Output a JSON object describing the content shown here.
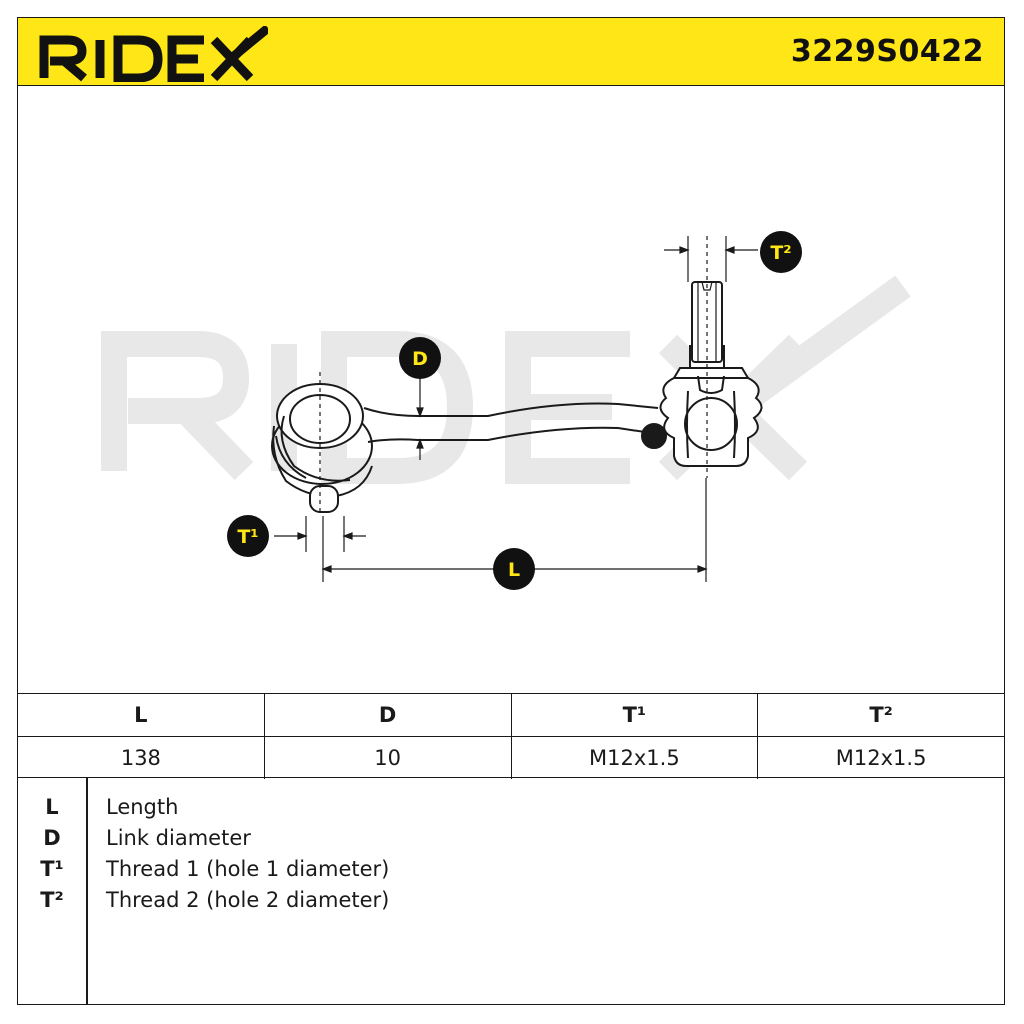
{
  "header": {
    "brand": "RIDEX",
    "part_number": "3229S0422",
    "background_color": "#ffe617"
  },
  "drawing": {
    "watermark": "RIDEX",
    "watermark_color": "#e6e6e6",
    "markers": {
      "T2": "T²",
      "D": "D",
      "T1": "T¹",
      "L": "L"
    }
  },
  "spec_table": {
    "headers": [
      "L",
      "D",
      "T¹",
      "T²"
    ],
    "values": [
      "138",
      "10",
      "M12x1.5",
      "M12x1.5"
    ]
  },
  "legend": [
    {
      "key": "L",
      "text": "Length"
    },
    {
      "key": "D",
      "text": "Link diameter"
    },
    {
      "key": "T¹",
      "text": "Thread 1 (hole 1 diameter)"
    },
    {
      "key": "T²",
      "text": "Thread 2 (hole 2 diameter)"
    }
  ]
}
